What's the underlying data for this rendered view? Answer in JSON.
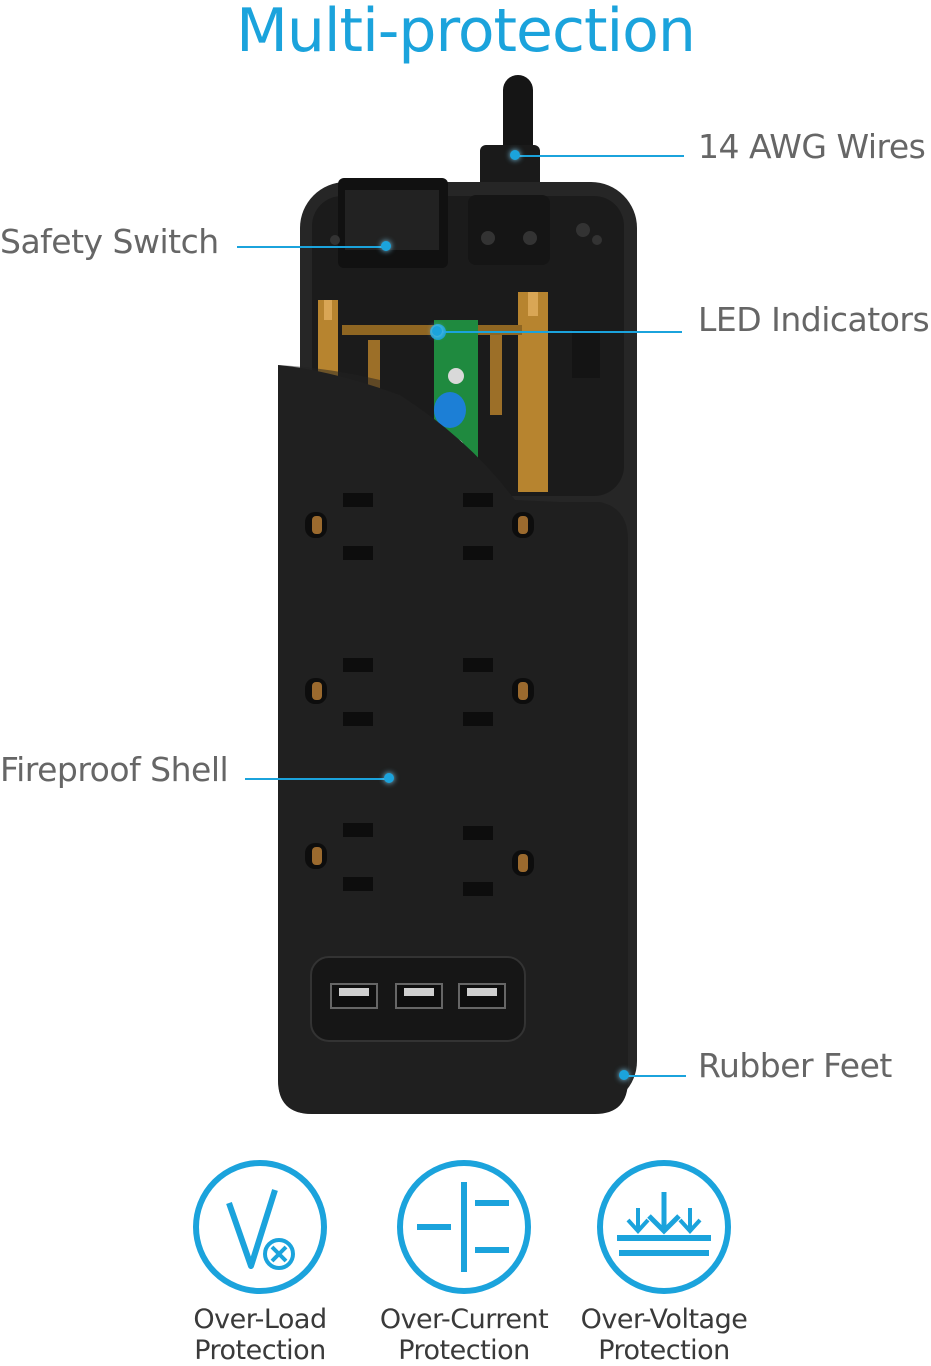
{
  "title": "Multi-protection",
  "callouts": {
    "wires": "14 AWG Wires",
    "switch": "Safety Switch",
    "led": "LED Indicators",
    "shell": "Fireproof Shell",
    "feet": "Rubber Feet"
  },
  "features": [
    {
      "line1": "Over-Load",
      "line2": "Protection",
      "icon": "overload-icon"
    },
    {
      "line1": "Over-Current",
      "line2": "Protection",
      "icon": "overcurrent-icon"
    },
    {
      "line1": "Over-Voltage",
      "line2": "Protection",
      "icon": "overvoltage-icon"
    }
  ],
  "colors": {
    "accent": "#1ba3dc",
    "body": "#2a2a2a",
    "shell": "#1f1f1f",
    "copper": "#b7842f",
    "pcb": "#1f8a3f"
  },
  "product": {
    "ac_outlets": 6,
    "usb_ports": 3
  }
}
